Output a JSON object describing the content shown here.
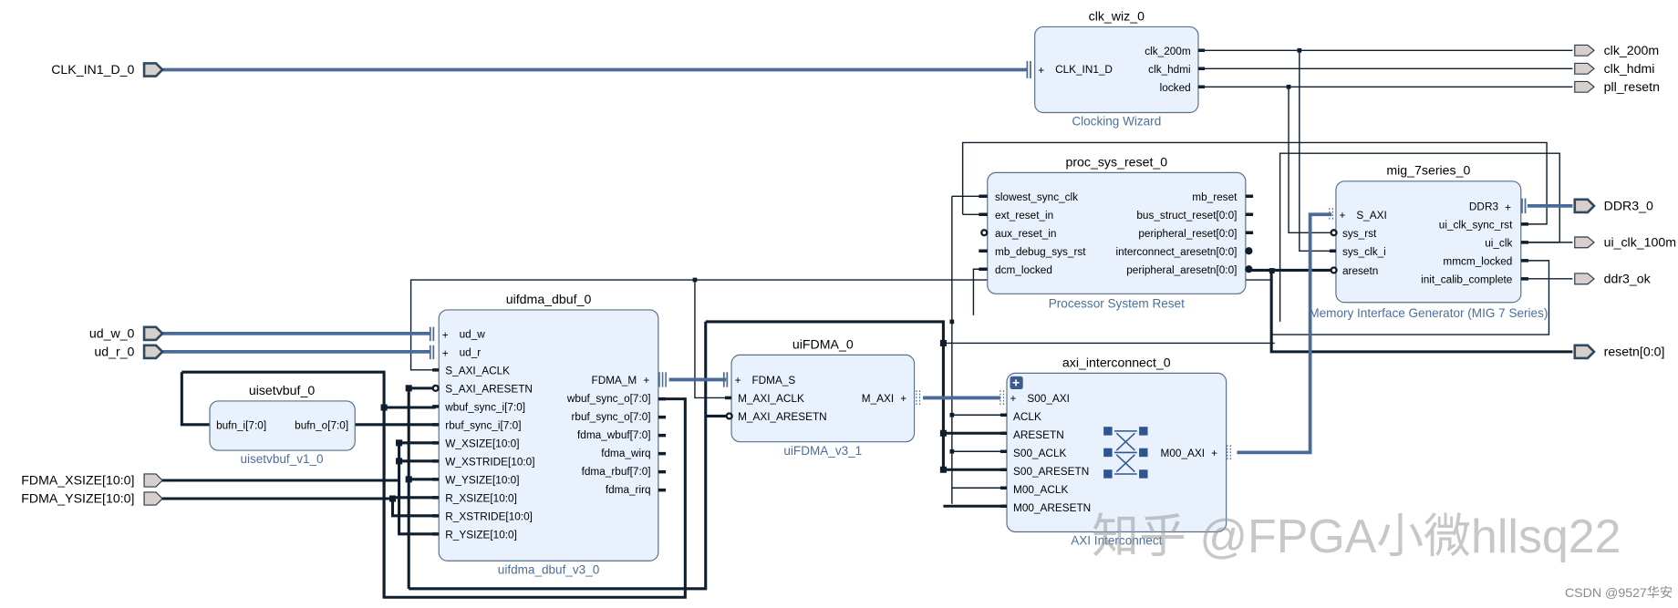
{
  "blocks": {
    "clk_wiz": {
      "instance": "clk_wiz_0",
      "type": "Clocking Wizard",
      "inputs": [
        "CLK_IN1_D"
      ],
      "outputs": [
        "clk_200m",
        "clk_hdmi",
        "locked"
      ]
    },
    "proc_sys_reset": {
      "instance": "proc_sys_reset_0",
      "type": "Processor System Reset",
      "inputs": [
        "slowest_sync_clk",
        "ext_reset_in",
        "aux_reset_in",
        "mb_debug_sys_rst",
        "dcm_locked"
      ],
      "outputs": [
        "mb_reset",
        "bus_struct_reset[0:0]",
        "peripheral_reset[0:0]",
        "interconnect_aresetn[0:0]",
        "peripheral_aresetn[0:0]"
      ]
    },
    "mig": {
      "instance": "mig_7series_0",
      "type": "Memory Interface Generator (MIG 7 Series)",
      "inputs": [
        "S_AXI",
        "sys_rst",
        "sys_clk_i",
        "aresetn"
      ],
      "outputs": [
        "DDR3",
        "ui_clk_sync_rst",
        "ui_clk",
        "mmcm_locked",
        "init_calib_complete"
      ]
    },
    "uifdma_dbuf": {
      "instance": "uifdma_dbuf_0",
      "type": "uifdma_dbuf_v3_0",
      "inputs": [
        "ud_w",
        "ud_r",
        "S_AXI_ACLK",
        "S_AXI_ARESETN",
        "wbuf_sync_i[7:0]",
        "rbuf_sync_i[7:0]",
        "W_XSIZE[10:0]",
        "W_XSTRIDE[10:0]",
        "W_YSIZE[10:0]",
        "R_XSIZE[10:0]",
        "R_XSTRIDE[10:0]",
        "R_YSIZE[10:0]"
      ],
      "outputs": [
        "FDMA_M",
        "wbuf_sync_o[7:0]",
        "rbuf_sync_o[7:0]",
        "fdma_wbuf[7:0]",
        "fdma_wirq",
        "fdma_rbuf[7:0]",
        "fdma_rirq"
      ]
    },
    "uisetvbuf": {
      "instance": "uisetvbuf_0",
      "type": "uisetvbuf_v1_0",
      "inputs": [
        "bufn_i[7:0]"
      ],
      "outputs": [
        "bufn_o[7:0]"
      ]
    },
    "uiFDMA": {
      "instance": "uiFDMA_0",
      "type": "uiFDMA_v3_1",
      "inputs": [
        "FDMA_S",
        "M_AXI_ACLK",
        "M_AXI_ARESETN"
      ],
      "outputs": [
        "M_AXI"
      ]
    },
    "axi_interconnect": {
      "instance": "axi_interconnect_0",
      "type": "AXI Interconnect",
      "inputs": [
        "S00_AXI",
        "ACLK",
        "ARESETN",
        "S00_ACLK",
        "S00_ARESETN",
        "M00_ACLK",
        "M00_ARESETN"
      ],
      "outputs": [
        "M00_AXI"
      ]
    }
  },
  "external_inputs": [
    "CLK_IN1_D_0",
    "ud_w_0",
    "ud_r_0",
    "FDMA_XSIZE[10:0]",
    "FDMA_YSIZE[10:0]"
  ],
  "external_outputs": [
    "clk_200m",
    "clk_hdmi",
    "pll_resetn",
    "DDR3_0",
    "ui_clk_100m",
    "ddr3_ok",
    "resetn[0:0]"
  ],
  "watermark": {
    "main": "知乎 @FPGA小微hllsq22",
    "corner": "CSDN @9527华安"
  }
}
